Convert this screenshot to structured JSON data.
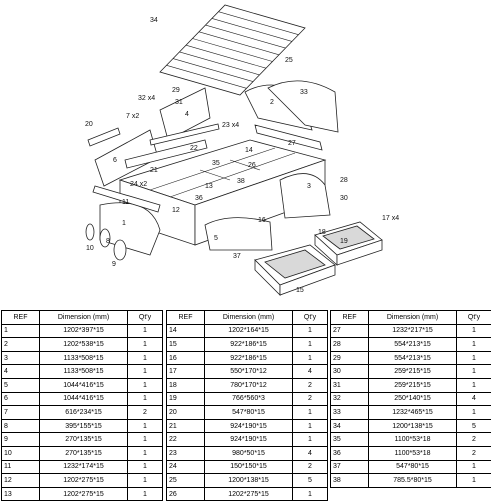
{
  "diagram": {
    "callouts": [
      "34",
      "25",
      "32 x4",
      "29",
      "31",
      "7 x2",
      "4",
      "20",
      "23 x4",
      "2",
      "33",
      "22",
      "27",
      "6",
      "21",
      "14",
      "35",
      "26",
      "24 x2",
      "13",
      "36",
      "1",
      "11",
      "12",
      "38",
      "30",
      "28",
      "3",
      "5",
      "18",
      "19",
      "10",
      "8",
      "9",
      "37",
      "17 x4",
      "16",
      "15"
    ]
  },
  "table": {
    "headers": [
      "REF",
      "Dimension (mm)",
      "Qt'y"
    ],
    "rows": [
      [
        "1",
        "1202*397*15",
        "1"
      ],
      [
        "2",
        "1202*538*15",
        "1"
      ],
      [
        "3",
        "1133*508*15",
        "1"
      ],
      [
        "4",
        "1133*508*15",
        "1"
      ],
      [
        "5",
        "1044*416*15",
        "1"
      ],
      [
        "6",
        "1044*416*15",
        "1"
      ],
      [
        "7",
        "616*234*15",
        "2"
      ],
      [
        "8",
        "395*155*15",
        "1"
      ],
      [
        "9",
        "270*135*15",
        "1"
      ],
      [
        "10",
        "270*135*15",
        "1"
      ],
      [
        "11",
        "1232*174*15",
        "1"
      ],
      [
        "12",
        "1202*275*15",
        "1"
      ],
      [
        "13",
        "1202*275*15",
        "1"
      ],
      [
        "14",
        "1202*164*15",
        "1"
      ],
      [
        "15",
        "922*186*15",
        "1"
      ],
      [
        "16",
        "922*186*15",
        "1"
      ],
      [
        "17",
        "550*170*12",
        "4"
      ],
      [
        "18",
        "780*170*12",
        "2"
      ],
      [
        "19",
        "766*560*3",
        "2"
      ],
      [
        "20",
        "547*80*15",
        "1"
      ],
      [
        "21",
        "924*190*15",
        "1"
      ],
      [
        "22",
        "924*190*15",
        "1"
      ],
      [
        "23",
        "980*50*15",
        "4"
      ],
      [
        "24",
        "150*150*15",
        "2"
      ],
      [
        "25",
        "1200*138*15",
        "5"
      ],
      [
        "26",
        "1202*275*15",
        "1"
      ],
      [
        "27",
        "1232*217*15",
        "1"
      ],
      [
        "28",
        "554*213*15",
        "1"
      ],
      [
        "29",
        "554*213*15",
        "1"
      ],
      [
        "30",
        "259*215*15",
        "1"
      ],
      [
        "31",
        "259*215*15",
        "1"
      ],
      [
        "32",
        "250*140*15",
        "4"
      ],
      [
        "33",
        "1232*465*15",
        "1"
      ],
      [
        "34",
        "1200*138*15",
        "5"
      ],
      [
        "35",
        "1100*53*18",
        "2"
      ],
      [
        "36",
        "1100*53*18",
        "2"
      ],
      [
        "37",
        "547*80*15",
        "1"
      ],
      [
        "38",
        "785.5*80*15",
        "1"
      ]
    ]
  }
}
